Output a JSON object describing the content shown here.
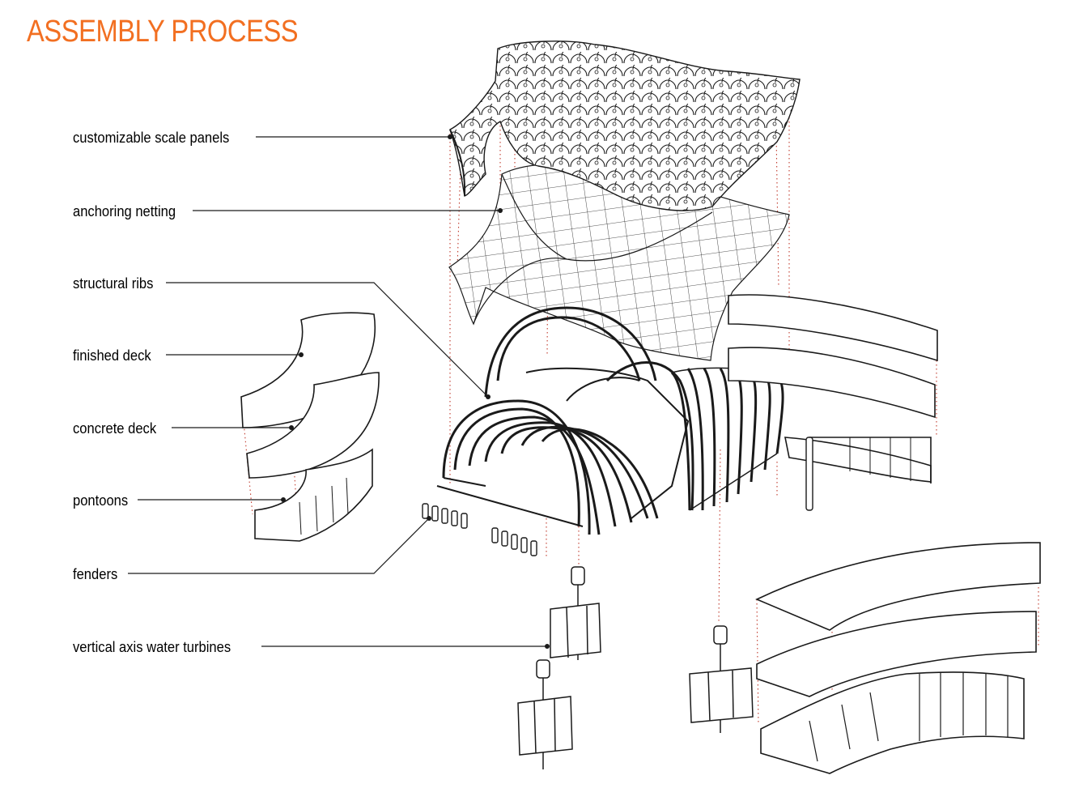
{
  "title": {
    "text": "ASSEMBLY PROCESS",
    "color": "#f26f21"
  },
  "colors": {
    "line": "#1a1a1a",
    "guide": "#c0392b"
  },
  "labels": [
    {
      "key": "scale_panels",
      "text": "customizable scale panels"
    },
    {
      "key": "netting",
      "text": "anchoring netting"
    },
    {
      "key": "ribs",
      "text": "structural ribs"
    },
    {
      "key": "finished_deck",
      "text": "finished deck"
    },
    {
      "key": "concrete_deck",
      "text": "concrete deck"
    },
    {
      "key": "pontoons",
      "text": "pontoons"
    },
    {
      "key": "fenders",
      "text": "fenders"
    },
    {
      "key": "turbines",
      "text": "vertical axis water turbines"
    }
  ]
}
